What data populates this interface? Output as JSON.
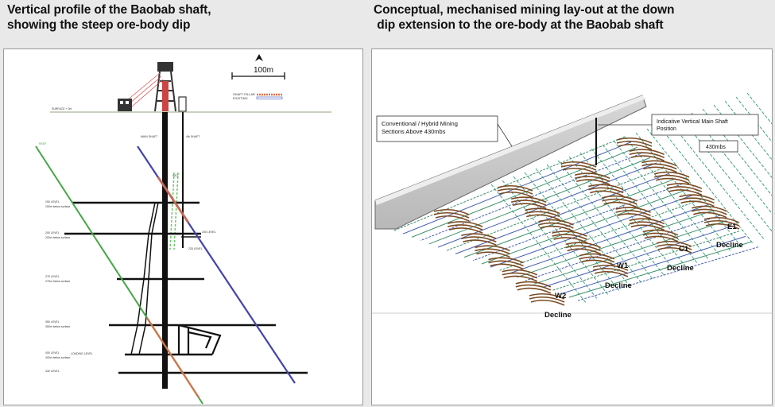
{
  "left_heading": {
    "line1": "Vertical profile of the Baobab shaft,",
    "line2": "showing the steep ore-body dip"
  },
  "right_heading": {
    "line1": "Conceptual, mechanised mining lay-out at the down",
    "line2": " dip extension to the ore-body at the Baobab shaft"
  },
  "left_diagram": {
    "scale_bar": "100m",
    "legend": [
      "SHAFT PILLAR",
      "EXISTING"
    ],
    "surface": "SURFACE + 0m",
    "shafts": [
      "MAIN SHAFT",
      "4th SHAFT"
    ],
    "levels": [
      {
        "name": "150 LEVEL",
        "sub": "150m below surface"
      },
      {
        "name": "200 LEVEL",
        "sub": "200m below surface"
      },
      {
        "name": "275 LEVEL",
        "sub": "275m below surface"
      },
      {
        "name": "350 LEVEL",
        "sub": "350m below surface"
      },
      {
        "name": "400 LEVEL",
        "sub": "400m below surface"
      },
      {
        "name": "430 LEVEL",
        "sub": ""
      }
    ],
    "loading_level": "LOADING LEVEL",
    "side_level_200": "200 LEVEL",
    "side_level_225": "225 LEVEL",
    "reef_label": "REEF"
  },
  "right_diagram": {
    "callout_left": "Conventional / Hybrid Mining Sections Above 430mbs",
    "callout_right": "Indicative Vertical Main Shaft Position",
    "depth_label": "430mbs",
    "declines": [
      {
        "code": "E1",
        "label": "Decline"
      },
      {
        "code": "C1",
        "label": "Decline"
      },
      {
        "code": "W1",
        "label": "Decline"
      },
      {
        "code": "W2",
        "label": "Decline"
      }
    ]
  }
}
